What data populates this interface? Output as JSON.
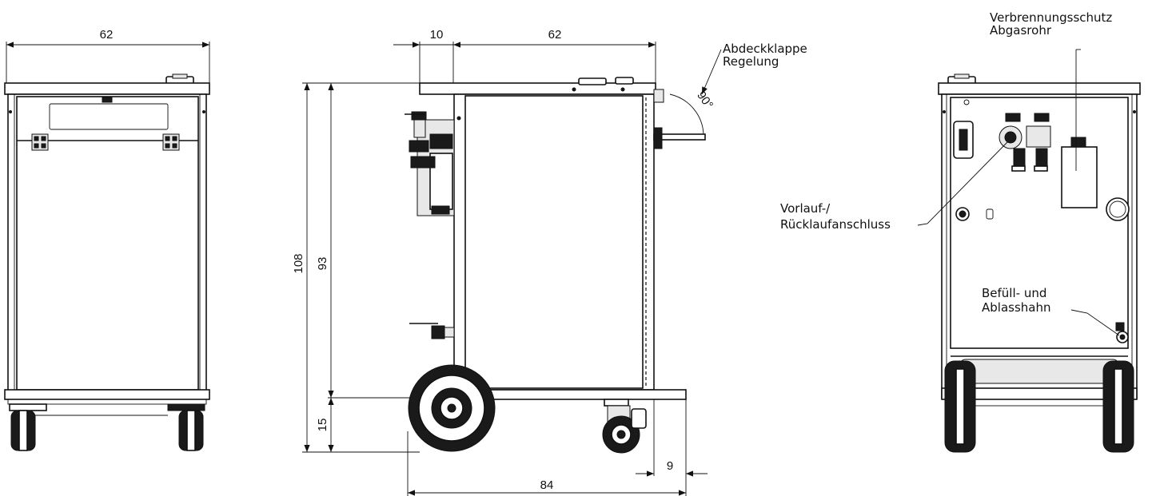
{
  "dimensions": {
    "front_width": "62",
    "side_offset": "10",
    "side_width": "62",
    "total_height": "108",
    "body_height": "93",
    "base_height": "15",
    "total_length": "84",
    "overhang": "9",
    "angle": "90°"
  },
  "labels": {
    "flap_line1": "Abdeckklappe",
    "flap_line2": "Regelung",
    "burn_line1": "Verbrennungsschutz",
    "burn_line2": "Abgasrohr",
    "flow_line1": "Vorlauf-/",
    "flow_line2": "Rücklaufanschluss",
    "fill_line1": "Befüll- und",
    "fill_line2": "Ablasshahn"
  }
}
